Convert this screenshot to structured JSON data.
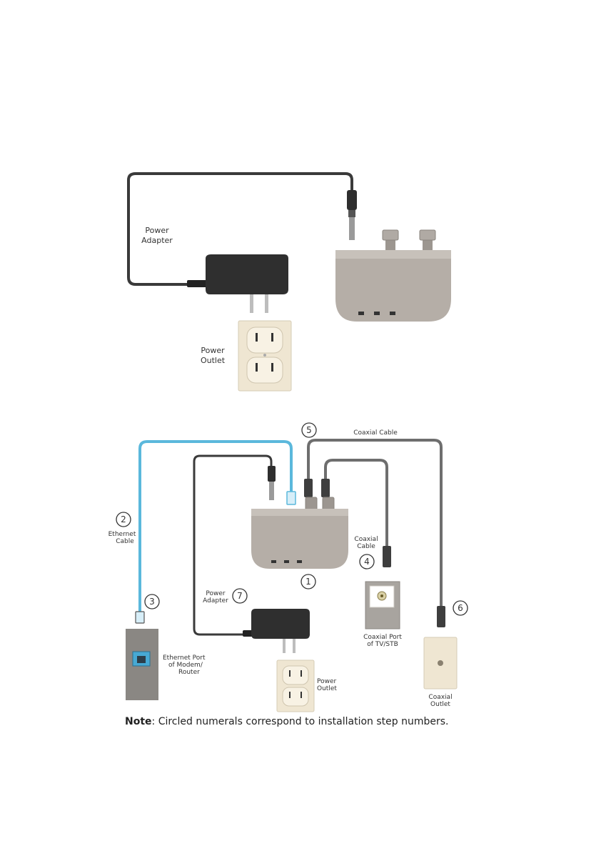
{
  "diagram_top": {
    "power_adapter_label": [
      "Power",
      "Adapter"
    ],
    "power_outlet_label": [
      "Power",
      "Outlet"
    ]
  },
  "diagram_bottom": {
    "coaxial_cable_top_label": "Coaxial Cable",
    "coaxial_cable_side_label": [
      "Coaxial",
      "Cable"
    ],
    "ethernet_cable_label": [
      "Ethernet",
      "Cable"
    ],
    "power_adapter_label": [
      "Power",
      "Adapter"
    ],
    "power_outlet_label": [
      "Power",
      "Outlet"
    ],
    "ethernet_port_label": [
      "Ethernet Port",
      "of Modem/",
      "Router"
    ],
    "coaxial_port_label": [
      "Coaxial Port",
      "of TV/STB"
    ],
    "coaxial_outlet_label": [
      "Coaxial",
      "Outlet"
    ],
    "step_numbers": {
      "device": "1",
      "ethernet_cable": "2",
      "ethernet_port": "3",
      "coaxial_tv": "4",
      "coaxial_top": "5",
      "coaxial_outlet": "6",
      "power_adapter": "7"
    }
  },
  "note": {
    "prefix": "Note",
    "text": ": Circled numerals correspond to installation step numbers."
  },
  "colors": {
    "device_body": "#b5aea7",
    "adapter": "#2f2f2f",
    "power_cable": "#3a3a3a",
    "ethernet_cable": "#5bb8dc",
    "coax_cable": "#6e6e6e",
    "outlet_plate": "#efe6d2",
    "modem_box": "#8a8783",
    "port_blue": "#47a9d4"
  }
}
